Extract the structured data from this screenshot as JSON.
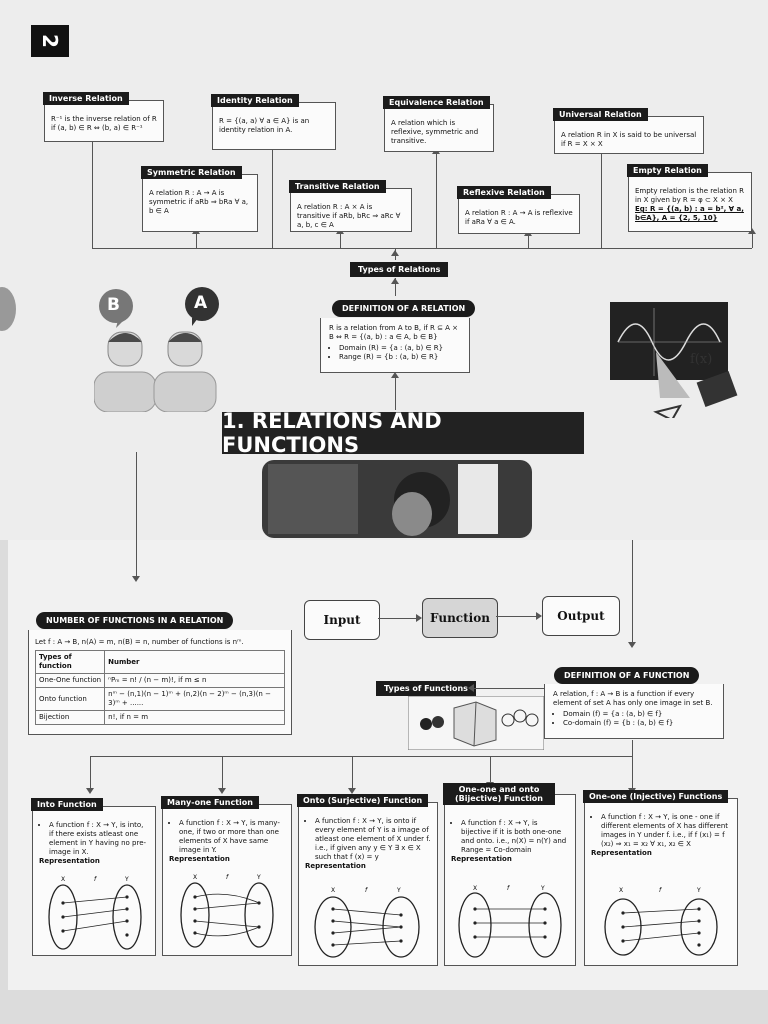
{
  "page_number": "2",
  "relations": {
    "types_label": "Types of Relations",
    "inverse": {
      "title": "Inverse Relation",
      "text": "R⁻¹ is the inverse relation of R if (a, b) ∈ R ⇔ (b, a) ∈ R⁻¹"
    },
    "identity": {
      "title": "Identity Relation",
      "text": "R = {(a, a) ∀ a ∈ A} is an identity relation in A."
    },
    "equivalence": {
      "title": "Equivalence Relation",
      "text": "A relation which is reflexive, symmetric and transitive."
    },
    "universal": {
      "title": "Universal Relation",
      "text": "A relation R in X is said to be universal if R = X × X"
    },
    "symmetric": {
      "title": "Symmetric Relation",
      "text": "A relation R : A → A is symmetric if aRb ⇒ bRa ∀ a, b ∈ A"
    },
    "transitive": {
      "title": "Transitive Relation",
      "text": "A relation R : A × A is transitive if aRb, bRc ⇒ aRc ∀ a, b, c ∈ A"
    },
    "reflexive": {
      "title": "Reflexive Relation",
      "text": "A relation R : A → A is reflexive if aRa ∀ a ∈ A."
    },
    "empty": {
      "title": "Empty Relation",
      "text": "Empty relation is the relation R in X given by R = φ ⊂ X × X",
      "example": "Eg: R = {(a, b) : a = b², ∀ a, b∈A}, A = {2, 5, 10}"
    },
    "definition": {
      "title": "DEFINITION OF A RELATION",
      "text": "R is a relation from A to B, if R ⊆ A × B ⇔ R = {(a, b) : a ∈ A, b ∈ B}",
      "items": [
        "Domain (R) = {a : (a, b) ∈ R}",
        "Range (R) = {b : (a, b) ∈ R}"
      ]
    }
  },
  "illustration": {
    "bubble_b": "B",
    "bubble_a": "A",
    "chart_label": "f(x)"
  },
  "main_title": "1. RELATIONS AND FUNCTIONS",
  "flow": {
    "input": "Input",
    "function": "Function",
    "output": "Output"
  },
  "number_of_functions": {
    "title": "NUMBER OF FUNCTIONS IN A RELATION",
    "intro": "Let f : A → B, n(A) = m, n(B) = n, number of functions is nᵐ.",
    "headers": [
      "Types of function",
      "Number"
    ],
    "rows": [
      [
        "One-One function",
        "ⁿPₘ = n! / (n − m)!, if m ≤ n"
      ],
      [
        "Onto function",
        "nᵐ − (n,1)(n − 1)ᵐ + (n,2)(n − 2)ᵐ − (n,3)(n − 3)ᵐ + ......"
      ],
      [
        "Bijection",
        "n!, if n = m"
      ]
    ]
  },
  "functions": {
    "types_label": "Types of Functions",
    "definition": {
      "title": "DEFINITION OF A FUNCTION",
      "text": "A relation, f : A → B is a function if every element of set A has only one image in set B.",
      "items": [
        "Domain (f) = {a : (a, b) ∈ f}",
        "Co-domain (f) = {b : (a, b) ∈ f}"
      ]
    },
    "representation_label": "Representation",
    "into": {
      "title": "Into Function",
      "text": "A function f : X → Y, is into, if there exists atleast one element in Y having no pre-image in X."
    },
    "many_one": {
      "title": "Many-one Function",
      "text": "A function f : X → Y, is many-one, if two or more than one elements of X have same image in Y."
    },
    "onto": {
      "title": "Onto (Surjective) Function",
      "text": "A function f : X → Y, is onto if every element of Y is a image of atleast one element of X under f. i.e., if given any y ∈ Y ∃ x ∈ X such that f (x) = y"
    },
    "bijective": {
      "title": "One-one and onto (Bijective) Function",
      "text": "A function f : X → Y, is bijective if it is both one-one and onto. i.e., n(X) = n(Y) and Range = Co-domain"
    },
    "injective": {
      "title": "One-one (Injective) Functions",
      "text": "A function f : X → Y, is one - one if different elements of X has different images in Y under f. i.e., if f (x₁) = f (x₂) ⇒ x₁ = x₂ ∀ x₁, x₂ ∈ X"
    },
    "set_labels": {
      "x": "X",
      "y": "Y",
      "f": "f"
    }
  }
}
